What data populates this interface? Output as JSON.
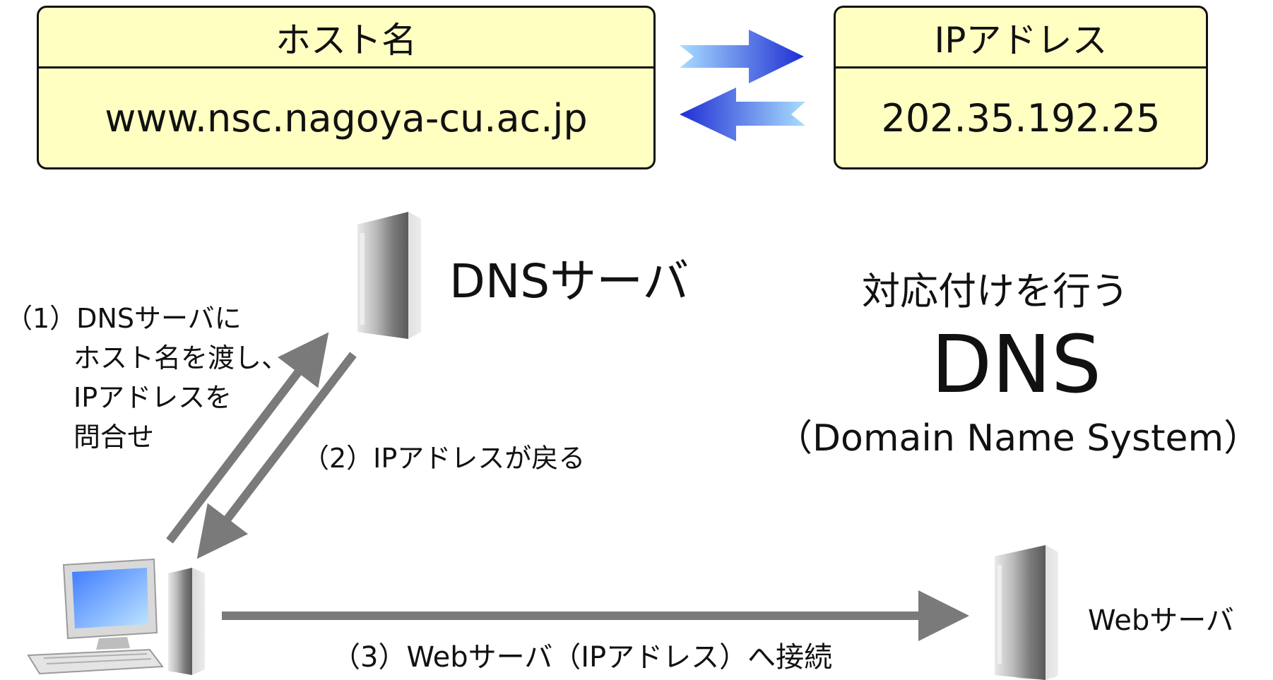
{
  "host_box": {
    "title": "ホスト名",
    "value": "www.nsc.nagoya-cu.ac.jp"
  },
  "ip_box": {
    "title": "IPアドレス",
    "value": "202.35.192.25"
  },
  "dns_server": {
    "label": "DNSサーバ"
  },
  "steps": {
    "step1_lines": [
      "（1）DNSサーバに",
      "ホスト名を渡し、",
      "IPアドレスを",
      "問合せ"
    ],
    "step2": "（2）IPアドレスが戻る",
    "step3": "（3）Webサーバ（IPアドレス）へ接続"
  },
  "web_server": {
    "label": "Webサーバ"
  },
  "dns_info": {
    "intro": "対応付けを行う",
    "title": "DNS",
    "full_name": "（Domain Name System）"
  },
  "icons": [
    "server-tower-icon",
    "desktop-pc-icon"
  ],
  "colors": {
    "box_fill": "#ffffc2",
    "arrow_gray": "#7a7a7a",
    "arrow_blue": "#2f3fd6"
  }
}
